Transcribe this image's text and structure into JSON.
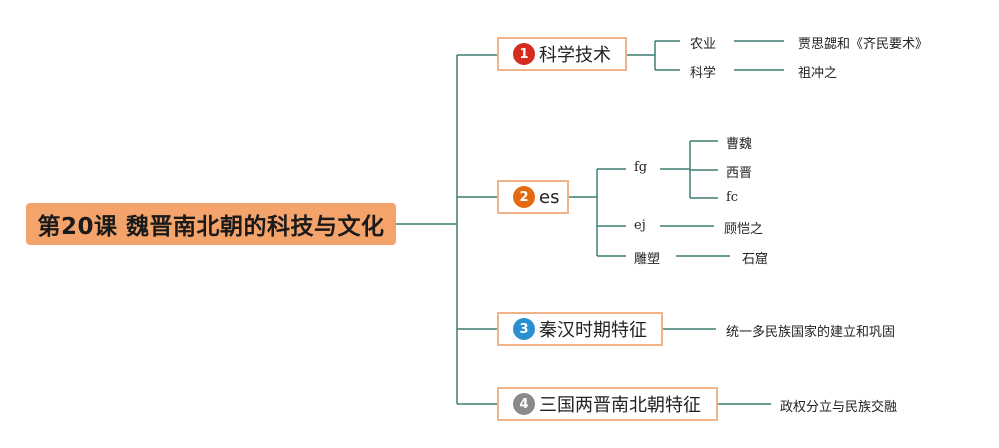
{
  "root": {
    "title": "第20课 魏晋南北朝的科技与文化"
  },
  "branches": [
    {
      "num": "1",
      "label": "科学技术",
      "color": "#d42b1e"
    },
    {
      "num": "2",
      "label": "es",
      "color": "#e46a12"
    },
    {
      "num": "3",
      "label": "秦汉时期特征",
      "color": "#2a8fd0"
    },
    {
      "num": "4",
      "label": "三国两晋南北朝特征",
      "color": "#8a8a8a"
    }
  ],
  "b1": {
    "c1": "农业",
    "c1_leaf": "贾思勰和《齐民要术》",
    "c2": "科学",
    "c2_leaf": "祖冲之"
  },
  "b2": {
    "c1": "fg",
    "c1_leaves": [
      "曹魏",
      "西晋",
      "fc"
    ],
    "c2": "ej",
    "c2_leaf": "顾恺之",
    "c3": "雕塑",
    "c3_leaf": "石窟"
  },
  "b3": {
    "leaf": "统一多民族国家的建立和巩固"
  },
  "b4": {
    "leaf": "政权分立与民族交融"
  },
  "colors": {
    "line": "#3d7f74",
    "node_border": "#f0b287",
    "root_fill": "#f4a46b"
  }
}
